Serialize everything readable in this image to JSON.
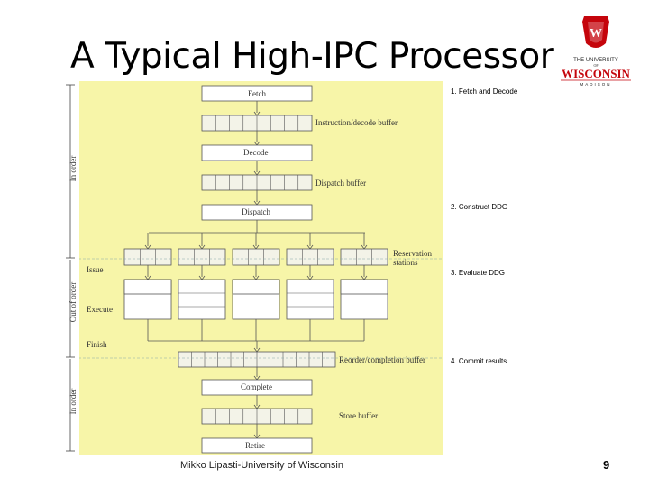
{
  "title": "A Typical High-IPC Processor",
  "logo": {
    "line1": "THE UNIVERSITY",
    "line2": "OF",
    "line3": "WISCONSIN",
    "line4": "MADISON",
    "crest_letter": "W",
    "color": "#c5050c"
  },
  "steps": [
    "1. Fetch and Decode",
    "2. Construct DDG",
    "3. Evaluate DDG",
    "4. Commit results"
  ],
  "diagram": {
    "background": "#f7f5a8",
    "stages": {
      "fetch": "Fetch",
      "decode": "Decode",
      "dispatch": "Dispatch",
      "complete": "Complete",
      "retire": "Retire"
    },
    "buffers": {
      "ib": "Instruction/decode buffer",
      "db": "Dispatch buffer",
      "rs1": "Reservation",
      "rs2": "stations",
      "rob": "Reorder/completion buffer",
      "sb": "Store buffer"
    },
    "phases": {
      "issue": "Issue",
      "execute": "Execute",
      "finish": "Finish"
    },
    "side": {
      "inorder_top": "In order",
      "outoforder": "Out of order",
      "inorder_bottom": "In order"
    }
  },
  "footer": "Mikko Lipasti-University of Wisconsin",
  "page_number": "9"
}
